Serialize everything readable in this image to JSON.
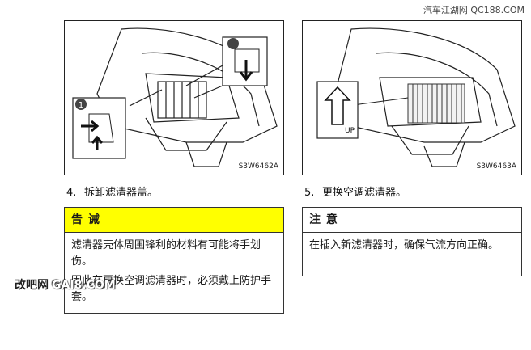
{
  "watermark_top": "汽车江湖网 QC188.COM",
  "watermark_left": {
    "cn": "改吧网",
    "site": "GAI8.COM"
  },
  "figures": [
    {
      "code": "S3W6462A",
      "callouts": [
        "1",
        "2"
      ]
    },
    {
      "code": "S3W6463A",
      "up_label": "UP"
    }
  ],
  "steps": [
    {
      "number": "4.",
      "text": "拆卸滤清器盖。"
    },
    {
      "number": "5.",
      "text": "更换空调滤清器。"
    }
  ],
  "warning": {
    "title": "告 诫",
    "color": "#ffff00",
    "paragraphs": [
      "滤清器壳体周围锋利的材料有可能将手划伤。",
      "因此在更换空调滤清器时，必须戴上防护手套。"
    ]
  },
  "caution": {
    "title": "注 意",
    "paragraphs": [
      "在插入新滤清器时，确保气流方向正确。"
    ]
  }
}
